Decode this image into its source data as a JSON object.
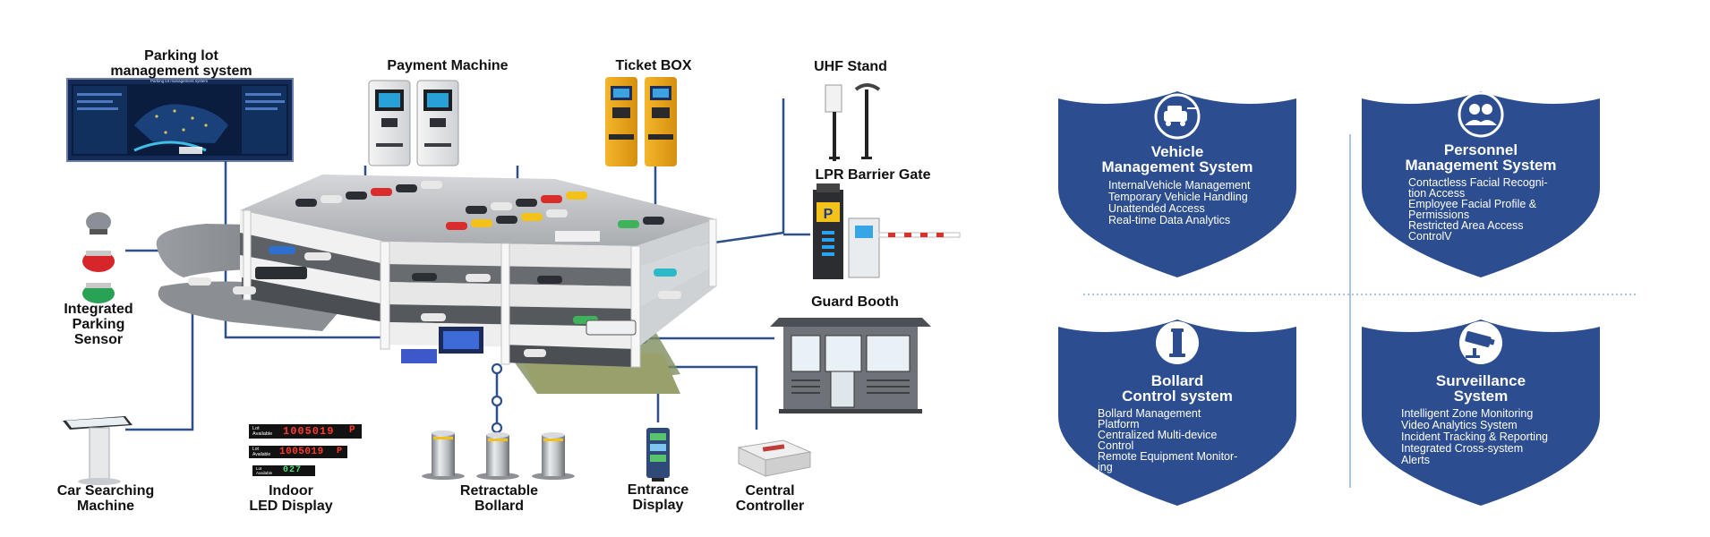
{
  "left_diagram": {
    "labels": {
      "pms": [
        "Parking lot",
        "management system"
      ],
      "payment": "Payment Machine",
      "ticket": "Ticket BOX",
      "uhf": "UHF Stand",
      "lpr": "LPR Barrier Gate",
      "guard": "Guard Booth",
      "sensor": [
        "Integrated",
        "Parking",
        "Sensor"
      ],
      "car_search": [
        "Car Searching",
        "Machine"
      ],
      "indoor_led": [
        "Indoor",
        "LED Display"
      ],
      "bollard": [
        "Retractable",
        "Bollard"
      ],
      "entrance": [
        "Entrance",
        "Display"
      ],
      "controller": [
        "Central",
        "Controller"
      ]
    },
    "screen_title": "Parking lot management system",
    "led_rows": [
      {
        "tag": "Lot Available",
        "value": "1005019"
      },
      {
        "tag": "Lot Available",
        "value": "1005019"
      },
      {
        "tag": "Lot Available",
        "value": "027"
      }
    ],
    "led_unit": "P",
    "lpr_sign": "P"
  },
  "systems": [
    {
      "icon": "vehicle-icon",
      "title": [
        "Vehicle",
        "Management System"
      ],
      "items": [
        "InternalVehicle Management",
        "Temporary Vehicle Handling",
        "Unattended Access",
        "Real-time Data Analytics"
      ]
    },
    {
      "icon": "personnel-icon",
      "title": [
        "Personnel",
        "Management System"
      ],
      "items": [
        "Contactless Facial Recogni-",
        "tion Access",
        "Employee Facial Profile &",
        "Permissions",
        "Restricted Area Access",
        "ControlV"
      ]
    },
    {
      "icon": "bollard-icon",
      "title": [
        "Bollard",
        "Control system"
      ],
      "items": [
        "Bollard Management",
        "Platform",
        "Centralized Multi-device",
        "Control",
        "Remote Equipment Monitor-",
        "ing"
      ]
    },
    {
      "icon": "camera-icon",
      "title": [
        "Surveillance",
        "System"
      ],
      "items": [
        "Intelligent Zone Monitoring",
        "Video Analytics System",
        "Incident Tracking & Reporting",
        "Integrated Cross-system",
        "Alerts"
      ]
    }
  ],
  "colors": {
    "shield": "#2c4d8f",
    "connector": "#2f4f8a",
    "divider": "#8fb0d6"
  }
}
